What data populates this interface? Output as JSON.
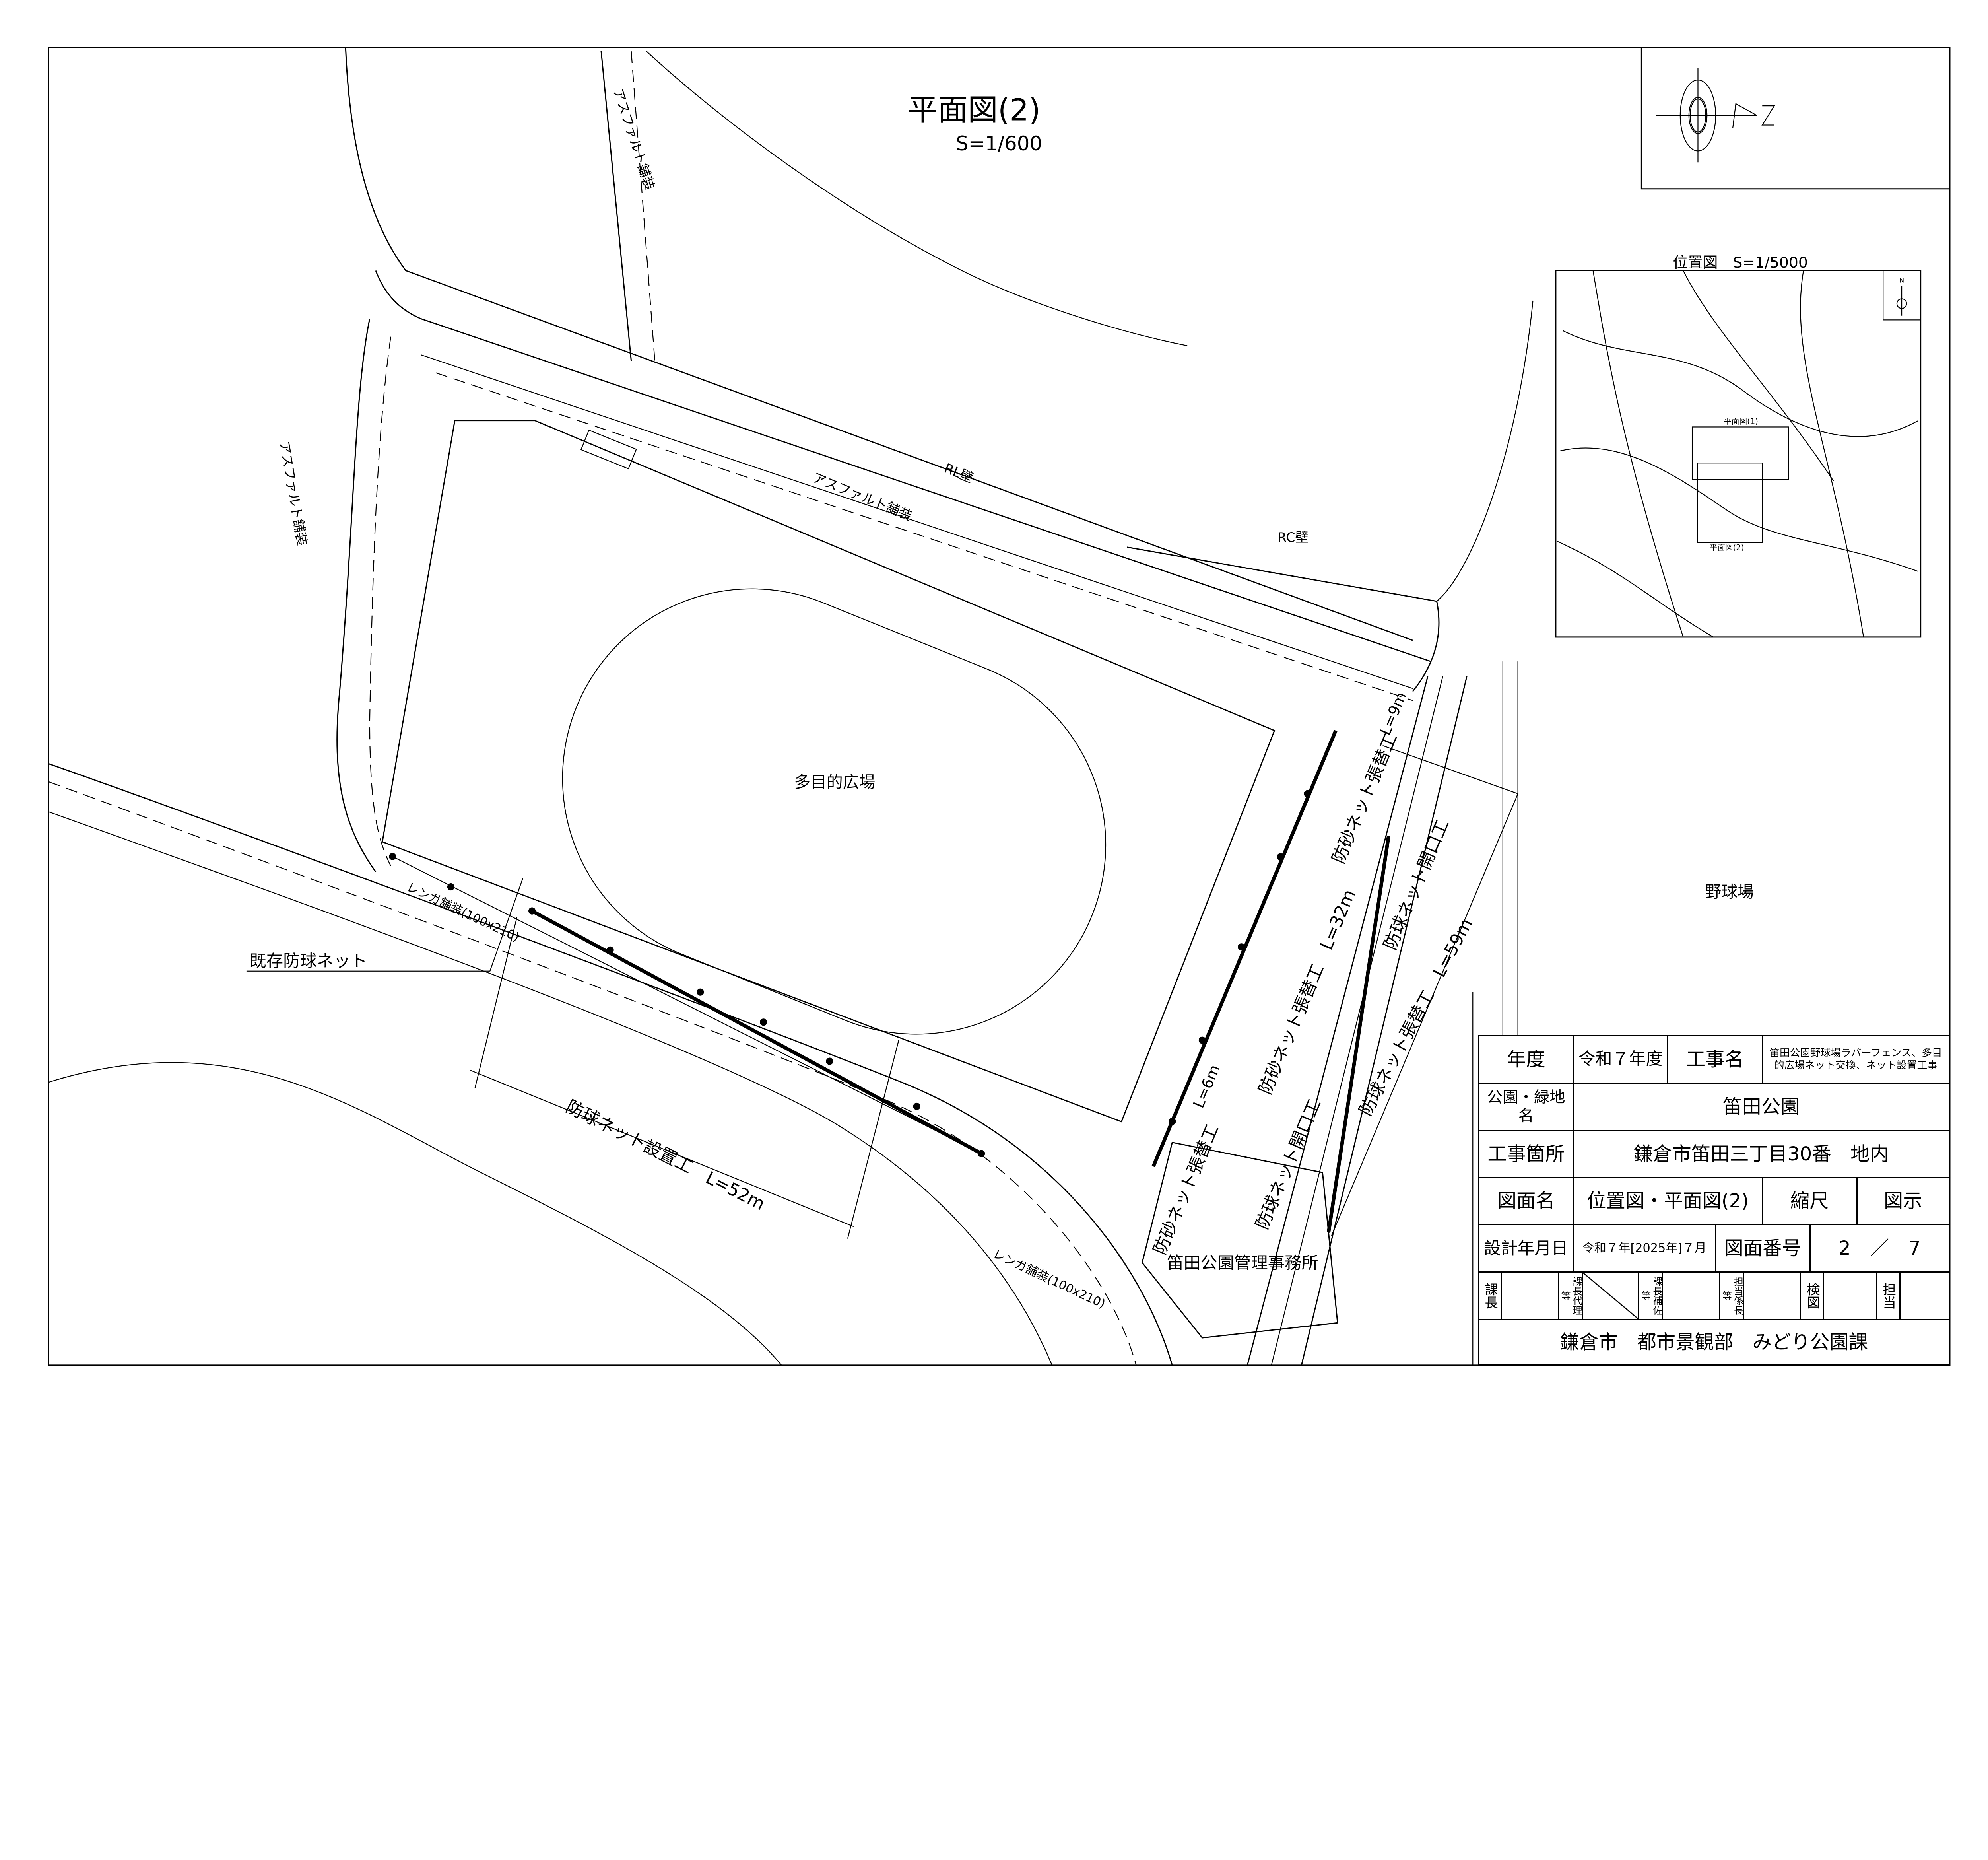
{
  "drawing": {
    "title": "平面図(2)",
    "scale": "S=1/600",
    "north_icon": "compass-rose-north-arrow",
    "north_label": "N"
  },
  "location_map": {
    "title": "位置図　S=1/5000",
    "plan1_label": "平面図(1)",
    "plan2_label": "平面図(2)",
    "north_label": "N"
  },
  "labels": {
    "multipurpose_plaza": "多目的広場",
    "baseball_field": "野球場",
    "existing_net": "既存防球ネット",
    "management_office": "笛田公園管理事務所",
    "rl_wall": "RL壁",
    "rc_wall": "RC壁",
    "asphalt": "アスファルト舗装",
    "brick": "レンガ舗装(100x210)"
  },
  "work_items": {
    "ball_net_install": "防球ネット設置工　L=52m",
    "sand_net_top": "防砂ネット張替工",
    "sand_net_top_len": "L=9m",
    "ball_net_opening_top": "防球ネット開口工",
    "sand_net_mid": "防砂ネット張替工　L=32m",
    "ball_net_replace": "防球ネット張替工　L=59m",
    "sand_net_bottom_len": "L=6m",
    "sand_net_bottom": "防砂ネット張替工",
    "ball_net_opening_bottom": "防球ネット開口工"
  },
  "title_block": {
    "year_label": "年度",
    "year_value": "令和７年度",
    "work_name_label": "工事名",
    "work_name_value": "笛田公園野球場ラバーフェンス、多目的広場ネット交換、ネット設置工事",
    "park_label": "公園・緑地名",
    "park_value": "笛田公園",
    "site_label": "工事箇所",
    "site_value": "鎌倉市笛田三丁目30番　地内",
    "drawing_name_label": "図面名",
    "drawing_name_value": "位置図・平面図(2)",
    "scale_label": "縮尺",
    "scale_value": "図示",
    "design_date_label": "設計年月日",
    "design_date_value": "令和７年[2025年]７月",
    "drawing_no_label": "図面番号",
    "drawing_no_value": "2　／　7",
    "stamps": [
      "課長",
      "課長代理等",
      "課長補佐等",
      "担当係長等",
      "検図",
      "担当"
    ],
    "department": "鎌倉市　都市景観部　みどり公園課"
  }
}
